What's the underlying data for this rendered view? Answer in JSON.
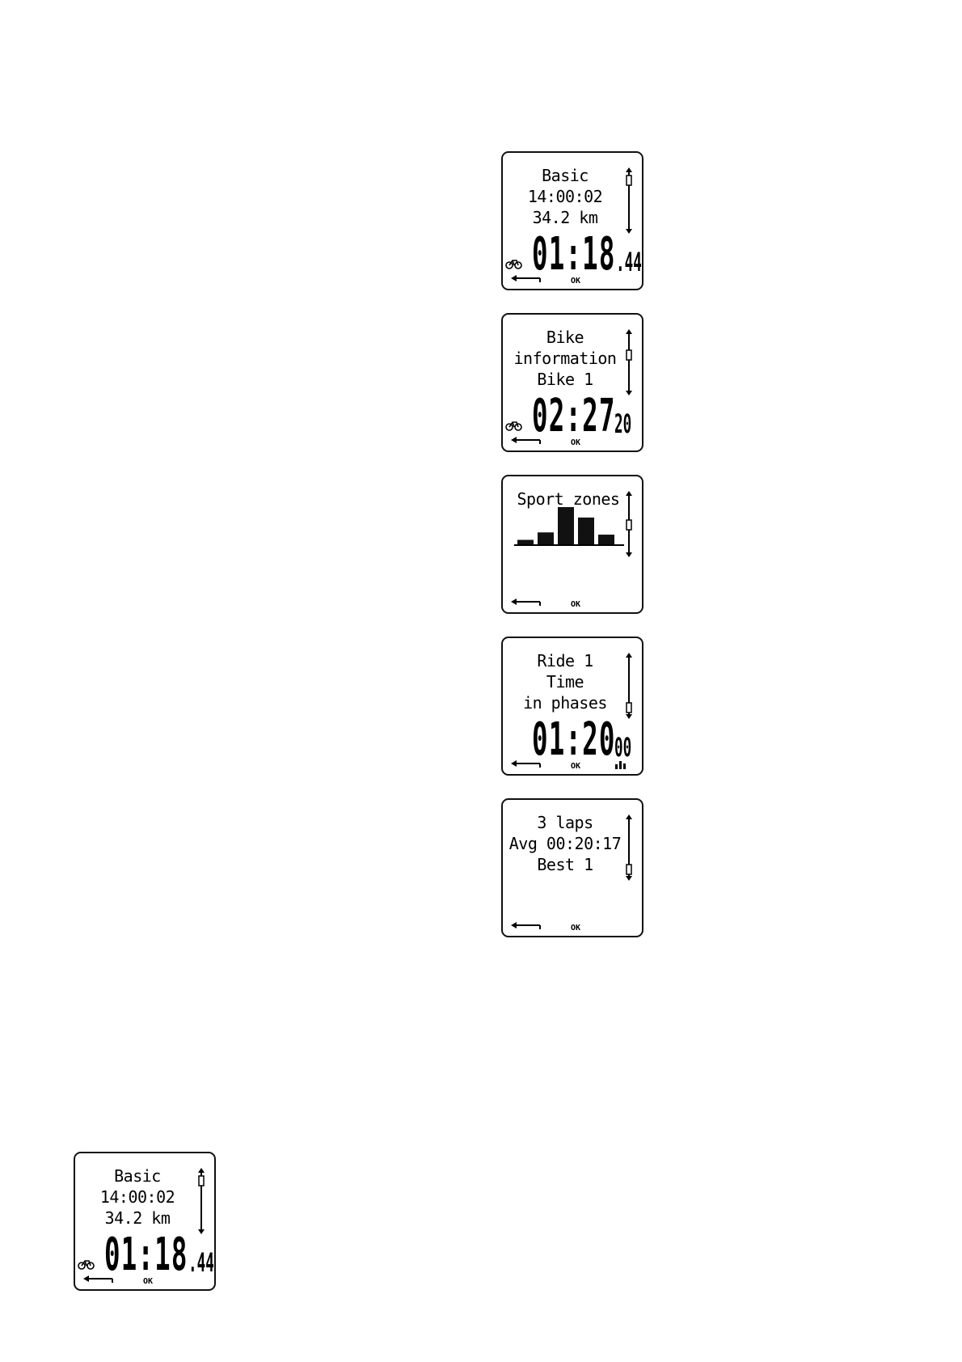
{
  "screens": [
    {
      "lines": [
        "Basic",
        "14:00:02",
        "34.2 km"
      ],
      "big": "01:18",
      "small": ".44",
      "bike_icon": true,
      "ok": "OK",
      "scroll_handle": "top"
    },
    {
      "lines": [
        "Bike",
        "information",
        "Bike 1"
      ],
      "big": "02:27",
      "small": "20",
      "bike_icon": true,
      "ok": "OK",
      "scroll_handle": "upper"
    },
    {
      "lines": [
        "Sport zones"
      ],
      "zone_levels": [
        0.12,
        0.32,
        1.0,
        0.72,
        0.26
      ],
      "ok": "OK",
      "scroll_handle": "middle"
    },
    {
      "lines": [
        "Ride 1",
        "Time",
        "in phases"
      ],
      "big": "01:20",
      "small": "00",
      "phase_icon": true,
      "ok": "OK",
      "scroll_handle": "bottom"
    },
    {
      "lines": [
        "3 laps",
        "Avg 00:20:17",
        "Best 1"
      ],
      "ok": "OK",
      "scroll_handle": "bottom"
    },
    {
      "lines": [
        "Basic",
        "14:00:02",
        "34.2 km"
      ],
      "big": "01:18",
      "small": ".44",
      "bike_icon": true,
      "ok": "OK",
      "scroll_handle": "top"
    }
  ]
}
